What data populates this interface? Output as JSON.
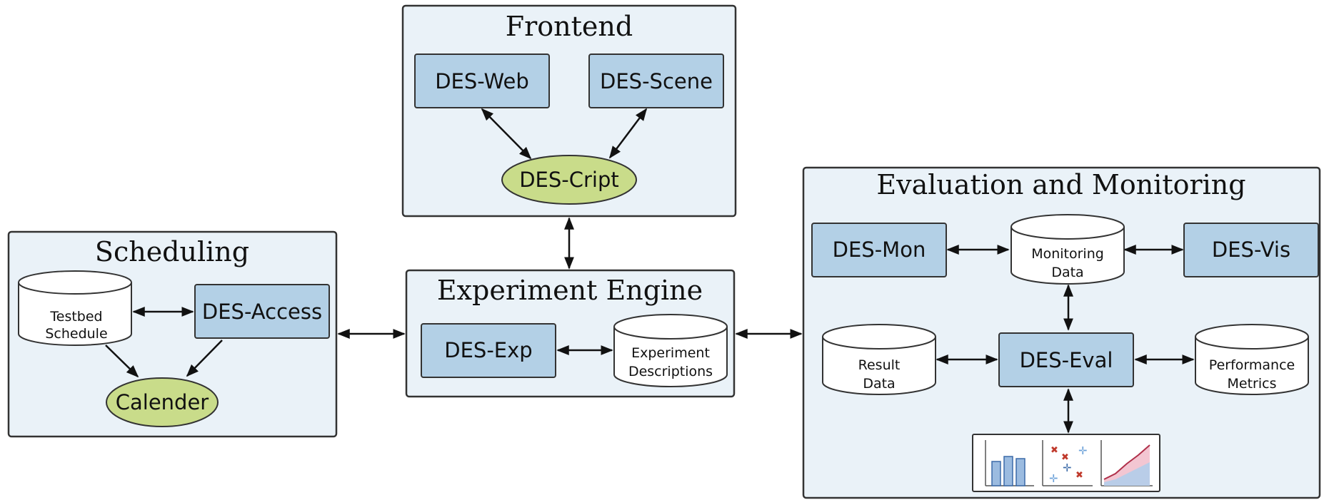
{
  "groups": {
    "frontend": "Frontend",
    "scheduling": "Scheduling",
    "engine": "Experiment Engine",
    "evaluation": "Evaluation and Monitoring"
  },
  "components": {
    "des_web": "DES-Web",
    "des_scene": "DES-Scene",
    "des_cript": "DES-Cript",
    "des_access": "DES-Access",
    "calender": "Calender",
    "des_exp": "DES-Exp",
    "des_mon": "DES-Mon",
    "des_vis": "DES-Vis",
    "des_eval": "DES-Eval"
  },
  "stores": {
    "testbed_schedule": [
      "Testbed",
      "Schedule"
    ],
    "experiment_descriptions": [
      "Experiment",
      "Descriptions"
    ],
    "monitoring_data": [
      "Monitoring",
      "Data"
    ],
    "result_data": [
      "Result",
      "Data"
    ],
    "performance_metrics": [
      "Performance",
      "Metrics"
    ]
  },
  "colors": {
    "panel_fill": "#eaf2f8",
    "component_fill": "#b3d0e6",
    "ellipse_fill": "#c9dc8a",
    "store_fill": "#ffffff"
  },
  "icons": [
    "bar-chart-icon",
    "scatter-plot-icon",
    "area-chart-icon"
  ]
}
